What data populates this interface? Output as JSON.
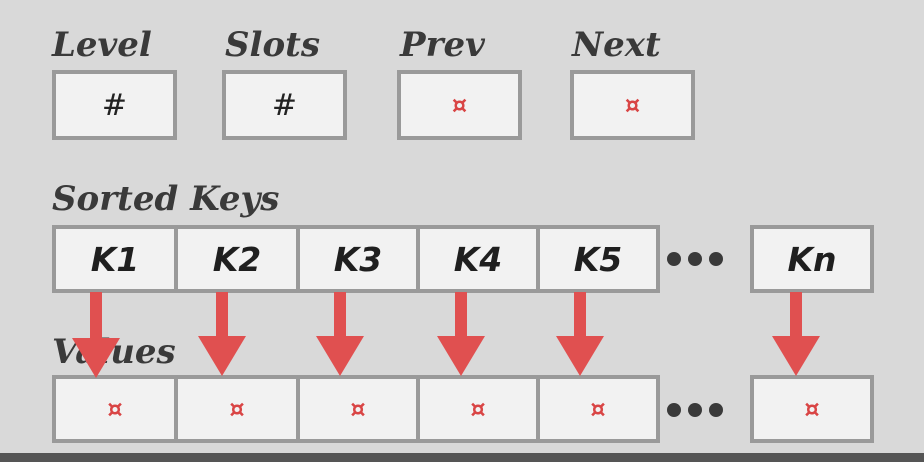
{
  "header": {
    "fields": [
      {
        "label": "Level",
        "value": "#"
      },
      {
        "label": "Slots",
        "value": "#"
      },
      {
        "label": "Prev",
        "value": "¤"
      },
      {
        "label": "Next",
        "value": "¤"
      }
    ]
  },
  "keys_section": {
    "title": "Sorted Keys",
    "keys": [
      "K1",
      "K2",
      "K3",
      "K4",
      "K5",
      "Kn"
    ]
  },
  "values_section": {
    "title": "Values",
    "pointer_symbol": "¤"
  },
  "colors": {
    "background": "#d9d9d9",
    "box_fill": "#f2f2f2",
    "box_border": "#9a9a9a",
    "arrow": "#e05050",
    "pointer": "#d94545"
  },
  "icons": {
    "pointer": "pointer-symbol-icon",
    "ellipsis": "ellipsis-icon"
  }
}
